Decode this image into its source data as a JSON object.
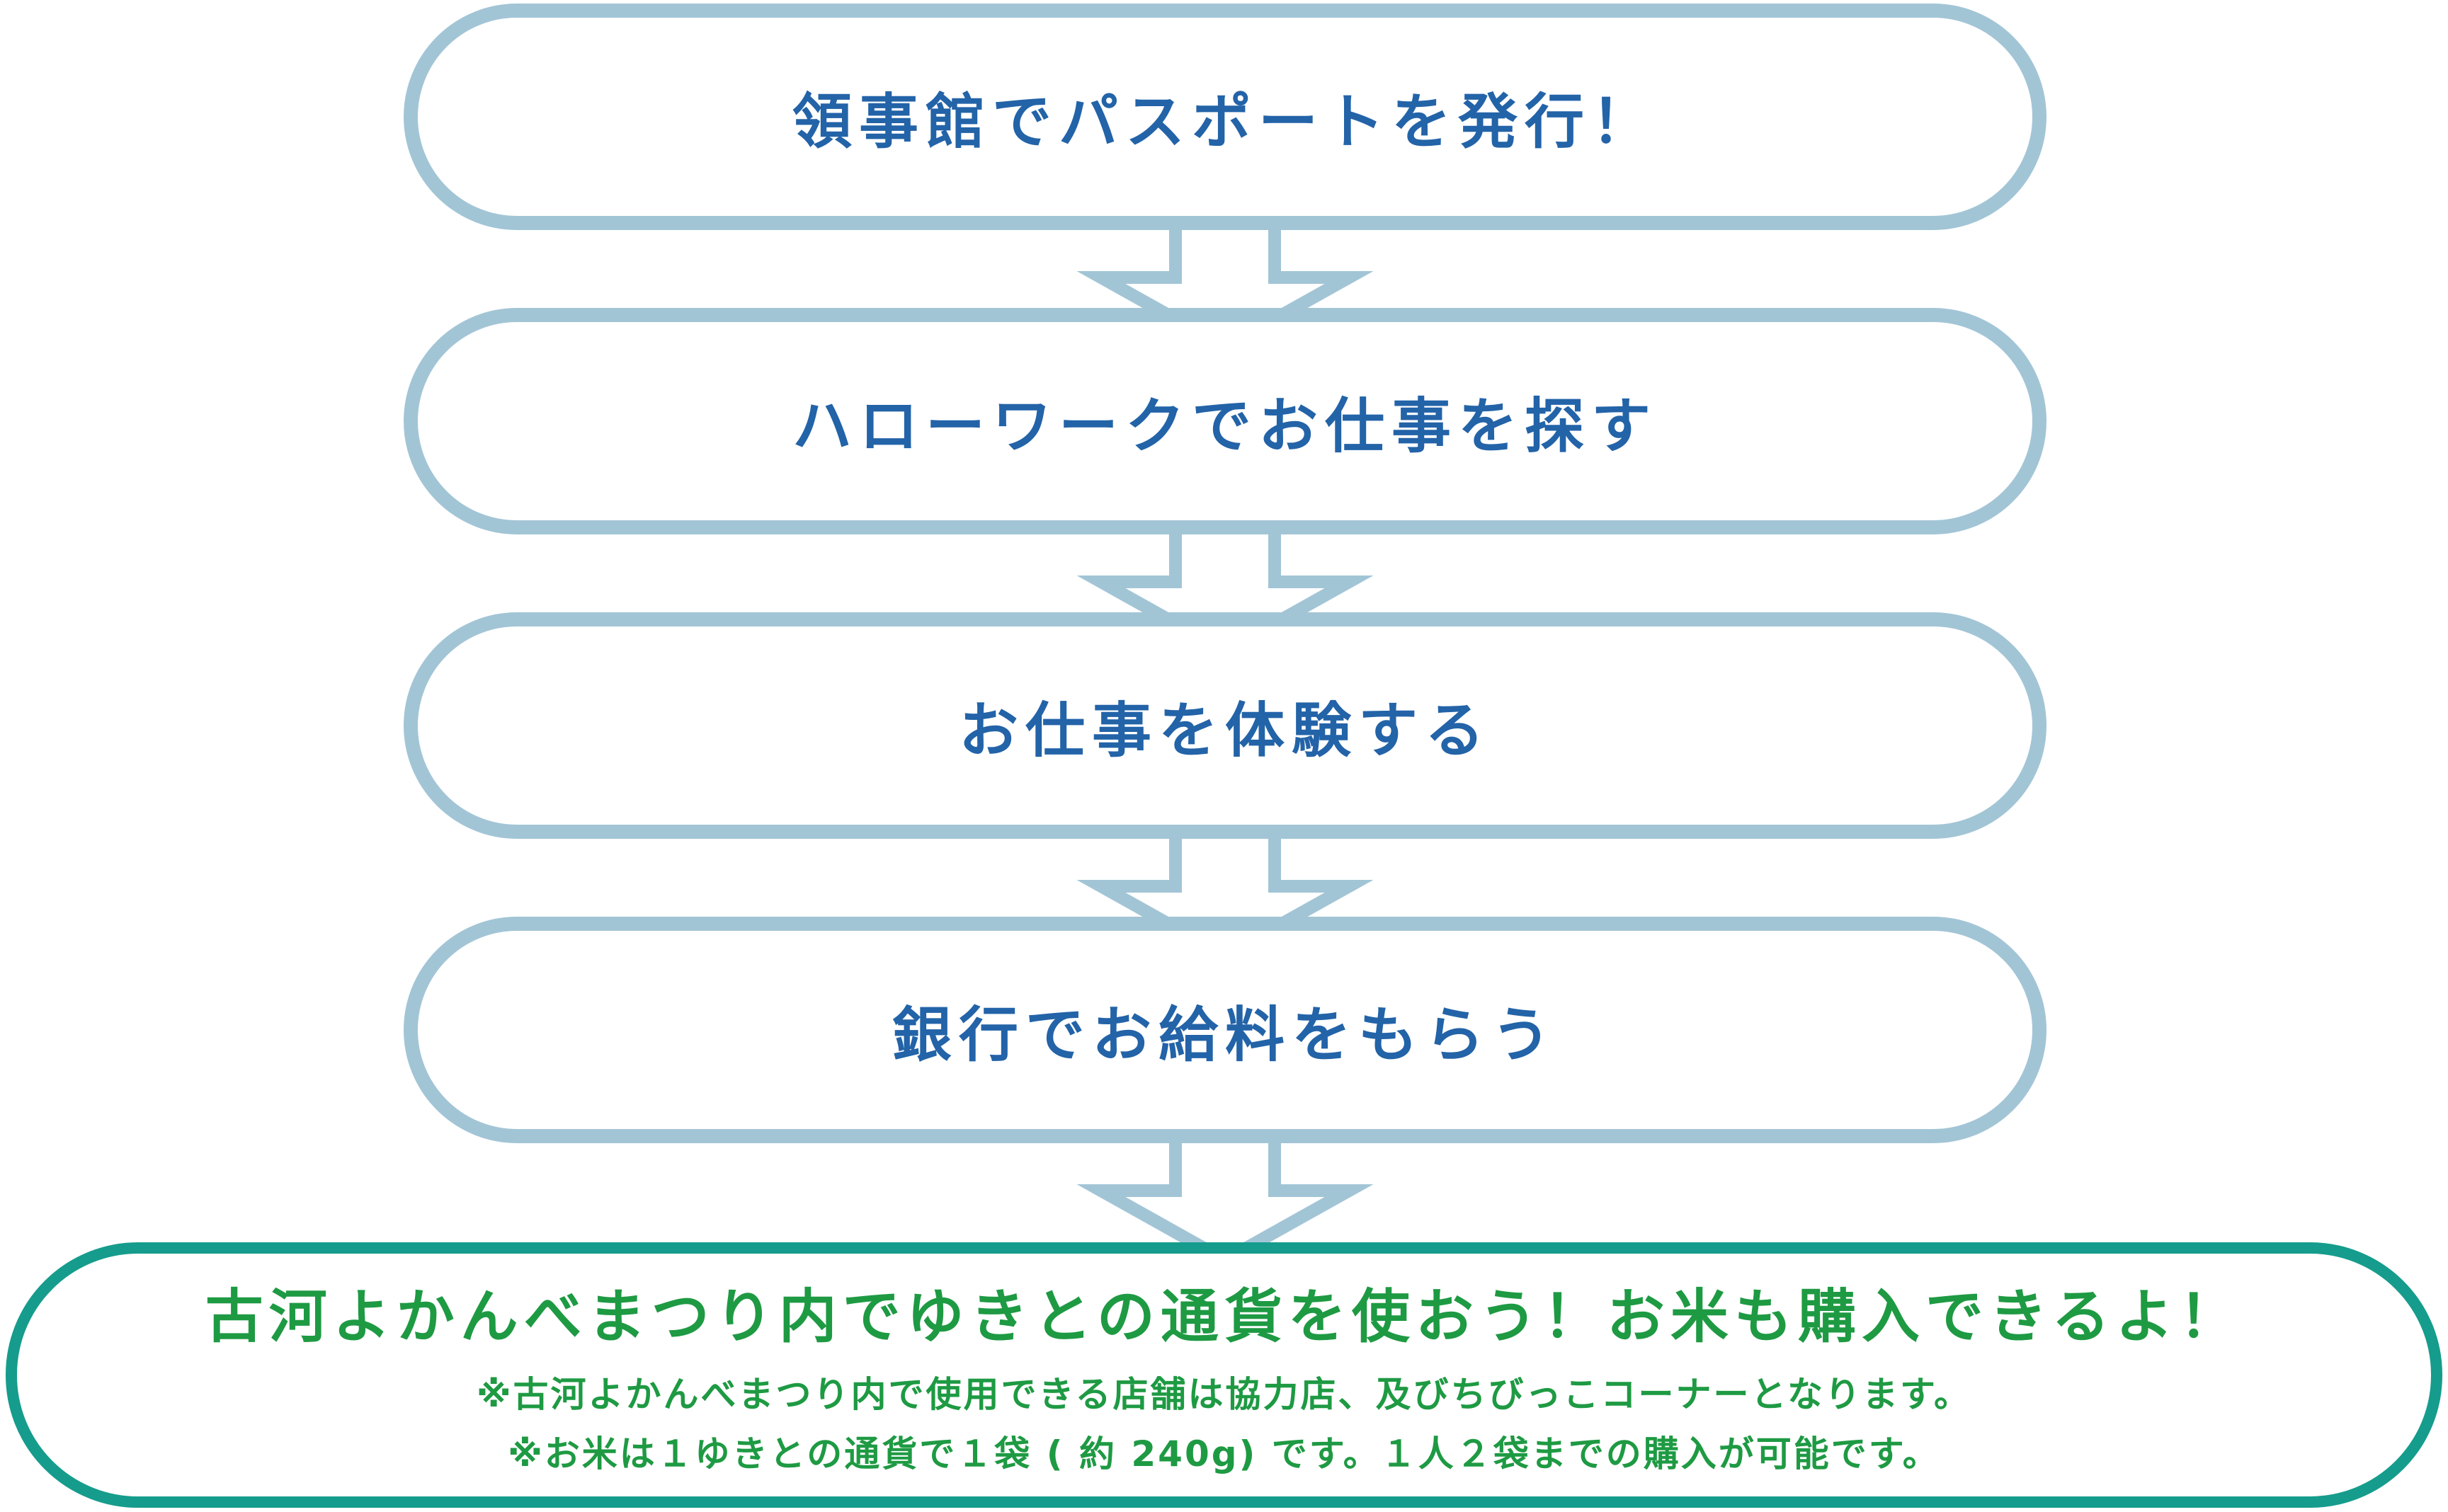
{
  "steps": [
    {
      "label": "領事館でパスポートを発行！"
    },
    {
      "label": "ハローワークでお仕事を探す"
    },
    {
      "label": "お仕事を体験する"
    },
    {
      "label": "銀行でお給料をもらう"
    }
  ],
  "final": {
    "title": "古河よかんべまつり内でゆきとの通貨を使おう！お米も購入できるよ！",
    "notes": [
      "※古河よかんべまつり内で使用できる店舗は協力店、及びちびっこコーナーとなります。",
      "※お米は１ゆきとの通貨で１袋 ( 約 240g) です。１人２袋までの購入が可能です。"
    ]
  },
  "colors": {
    "step_border": "#a2c5d6",
    "step_text": "#2363a8",
    "final_border": "#159c8c",
    "final_text": "#1e9a43",
    "arrow": "#a2c5d6"
  }
}
